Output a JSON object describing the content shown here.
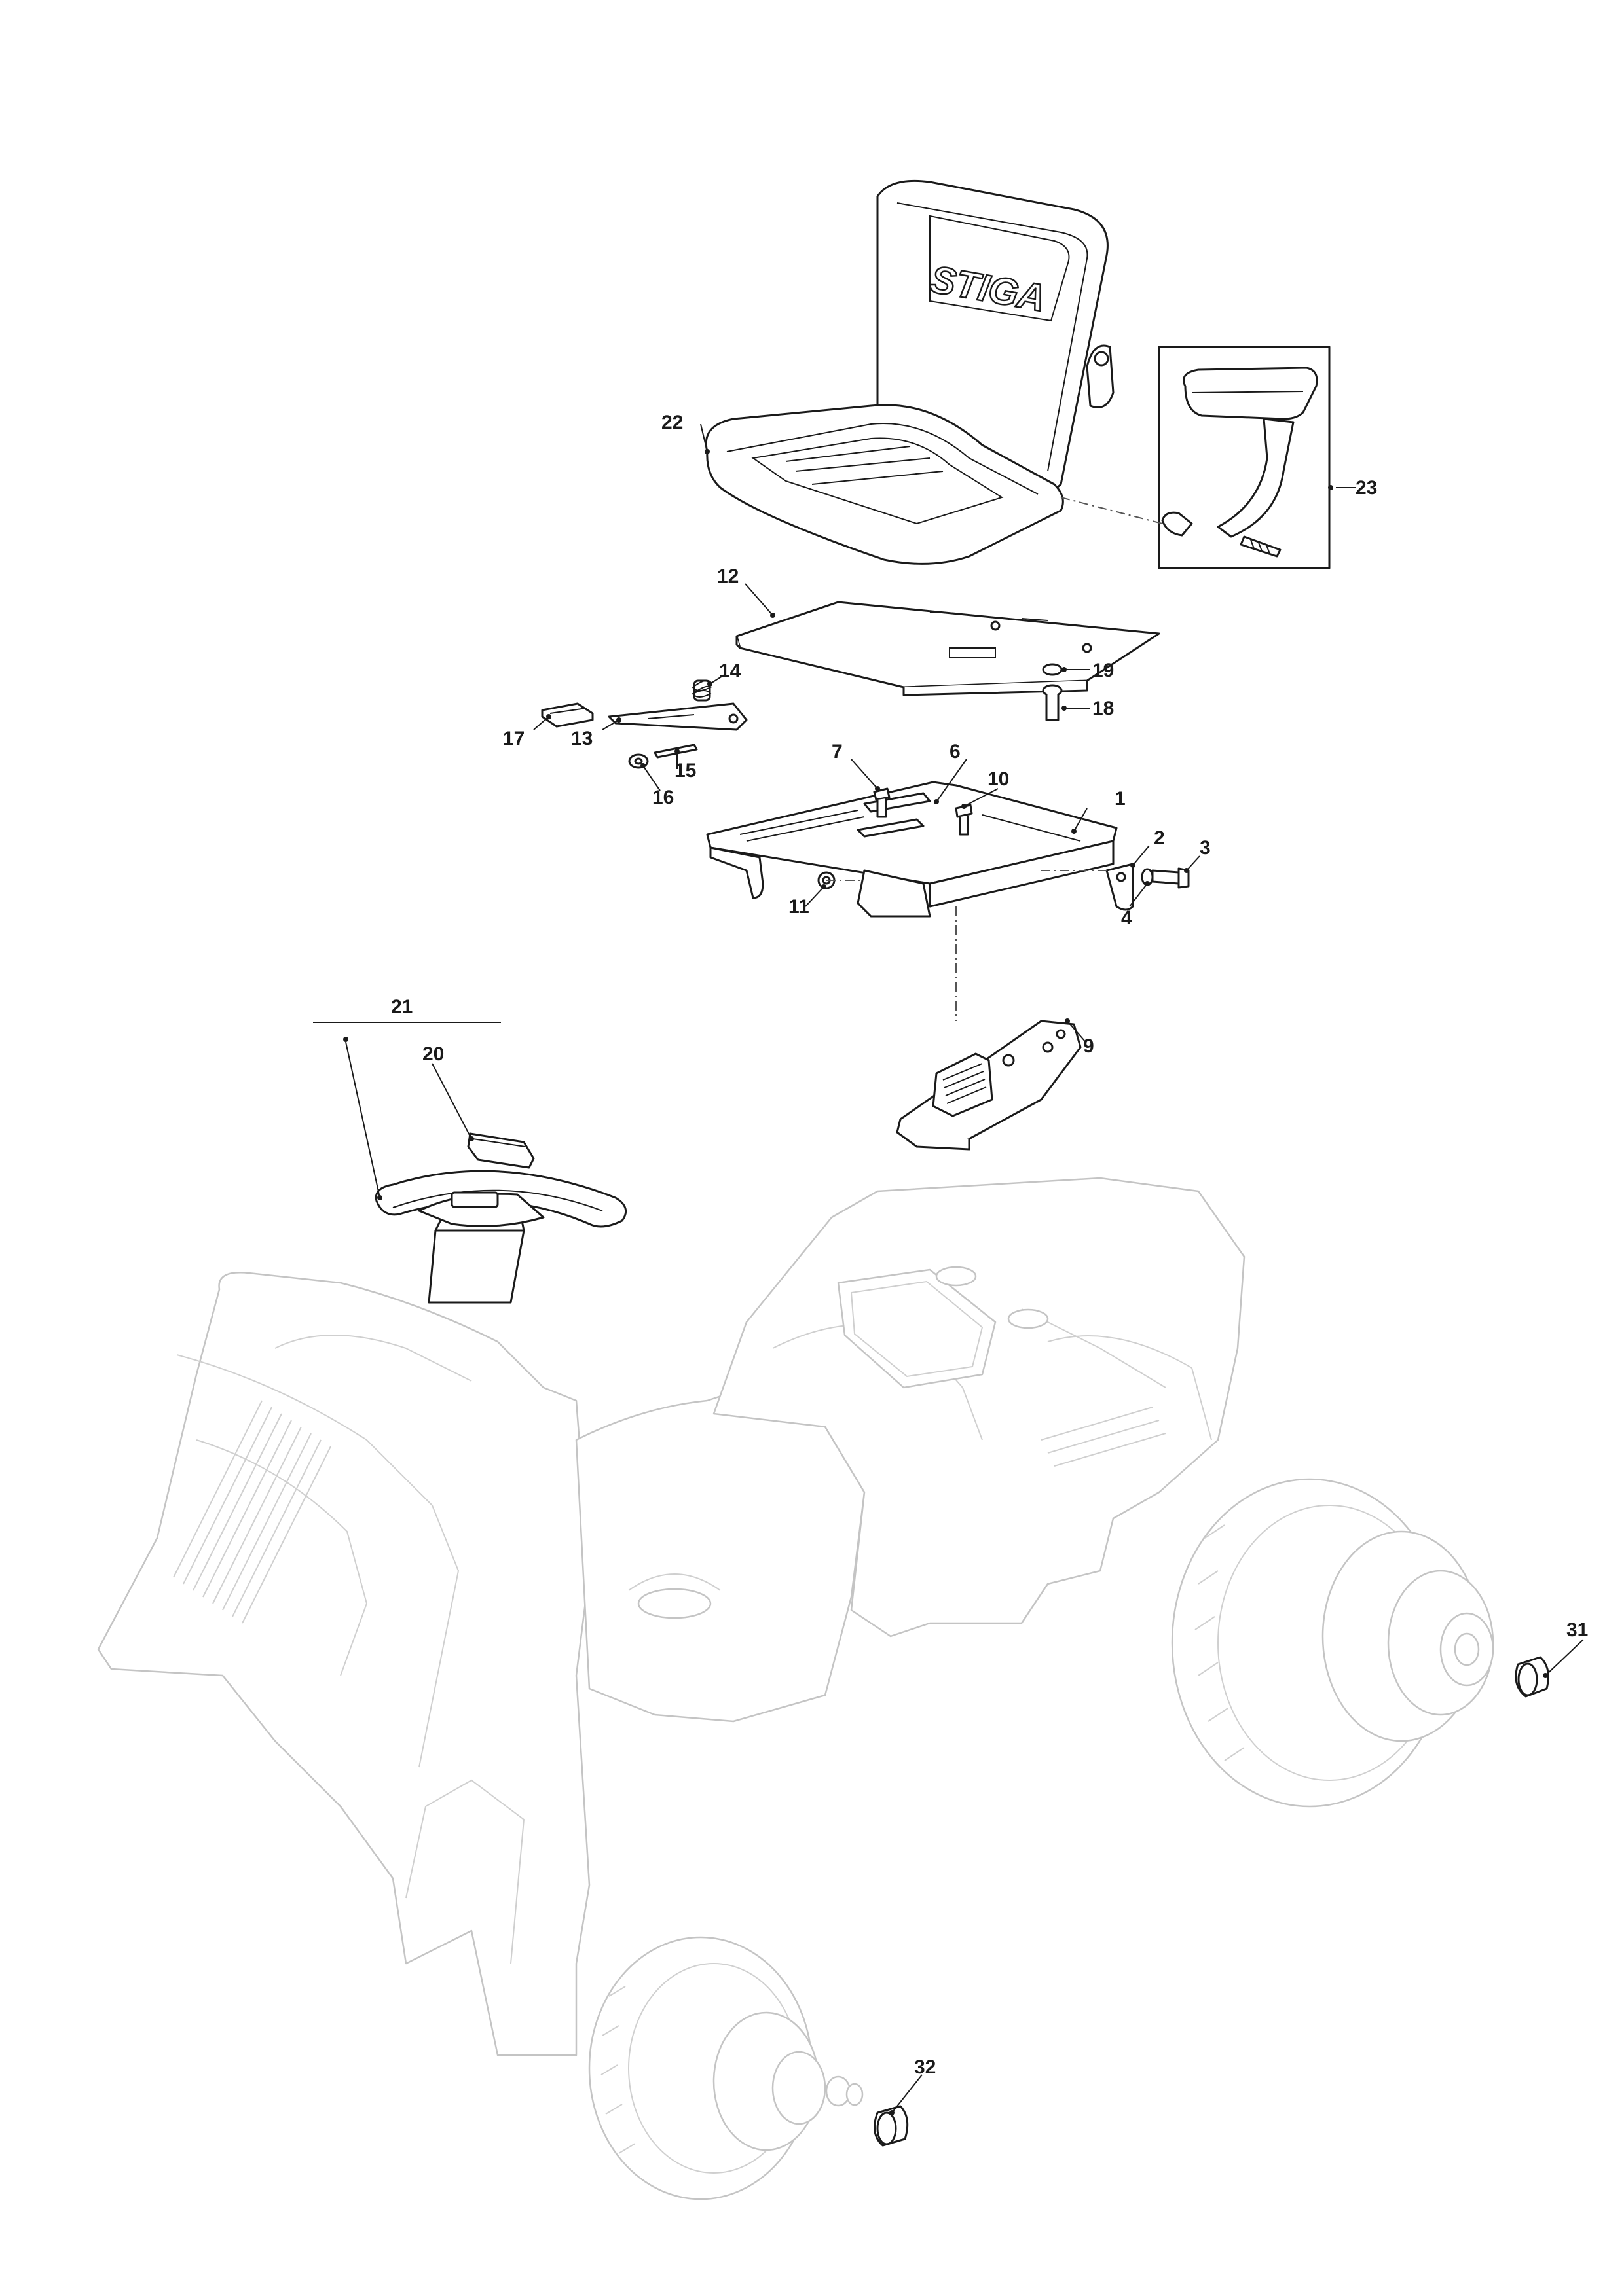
{
  "brand_logo": "STIGA",
  "callouts": [
    {
      "id": "1",
      "label": "1"
    },
    {
      "id": "2",
      "label": "2"
    },
    {
      "id": "3",
      "label": "3"
    },
    {
      "id": "4",
      "label": "4"
    },
    {
      "id": "6",
      "label": "6"
    },
    {
      "id": "7",
      "label": "7"
    },
    {
      "id": "9",
      "label": "9"
    },
    {
      "id": "10",
      "label": "10"
    },
    {
      "id": "11",
      "label": "11"
    },
    {
      "id": "12",
      "label": "12"
    },
    {
      "id": "13",
      "label": "13"
    },
    {
      "id": "14",
      "label": "14"
    },
    {
      "id": "15",
      "label": "15"
    },
    {
      "id": "16",
      "label": "16"
    },
    {
      "id": "17",
      "label": "17"
    },
    {
      "id": "18",
      "label": "18"
    },
    {
      "id": "19",
      "label": "19"
    },
    {
      "id": "20",
      "label": "20"
    },
    {
      "id": "21",
      "label": "21"
    },
    {
      "id": "22",
      "label": "22"
    },
    {
      "id": "23",
      "label": "23"
    },
    {
      "id": "31",
      "label": "31"
    },
    {
      "id": "32",
      "label": "32"
    }
  ]
}
